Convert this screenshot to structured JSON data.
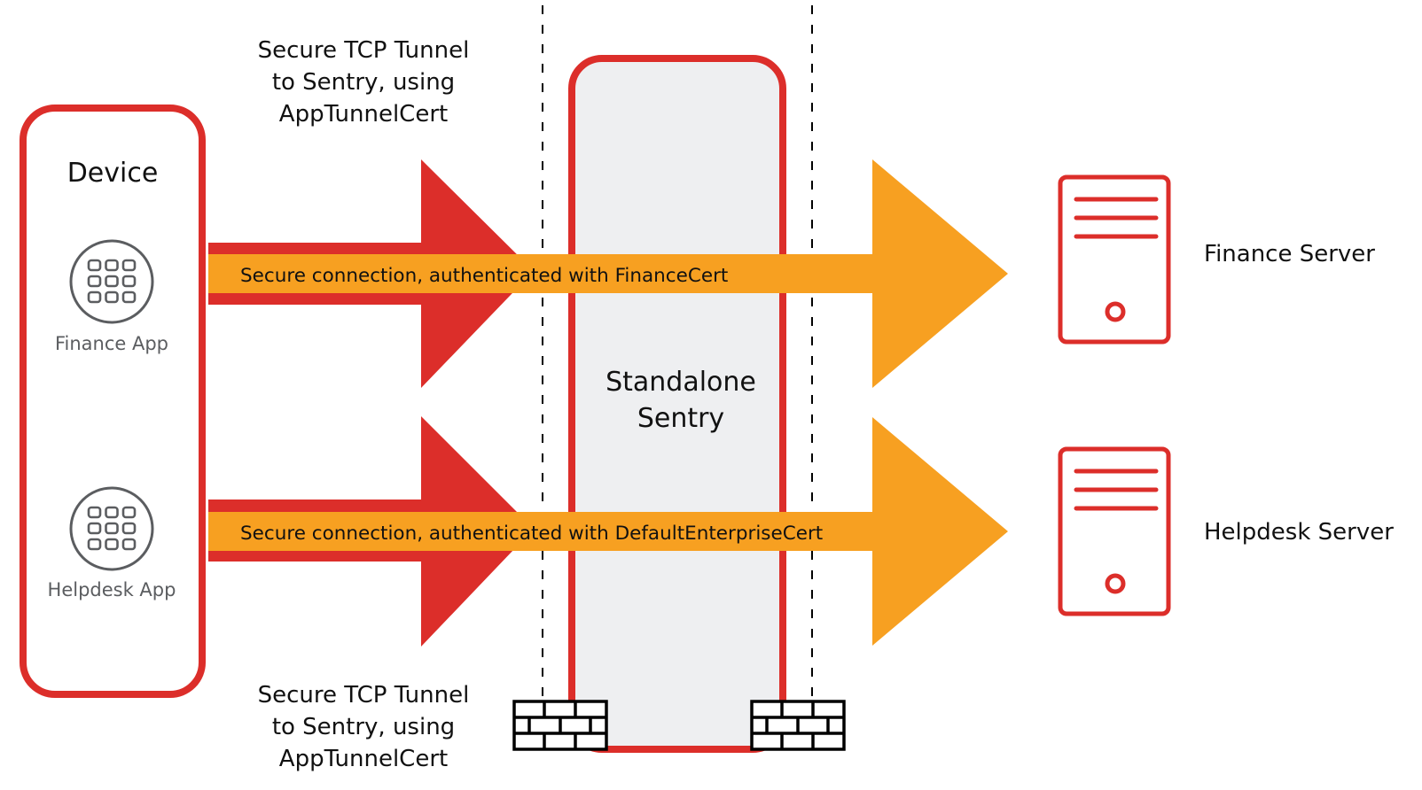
{
  "colors": {
    "red": "#dc2e2a",
    "orange": "#f7a021",
    "sentry_fill": "#eeeff1",
    "app_gray": "#5b5d60",
    "text": "#111111"
  },
  "device": {
    "title": "Device",
    "apps": [
      {
        "label": "Finance App",
        "icon": "app-grid-icon"
      },
      {
        "label": "Helpdesk App",
        "icon": "app-grid-icon"
      }
    ]
  },
  "tunnel_labels": {
    "top": [
      "Secure TCP Tunnel",
      "to Sentry, using",
      "AppTunnelCert"
    ],
    "bottom": [
      "Secure TCP Tunnel",
      "to Sentry, using",
      "AppTunnelCert"
    ]
  },
  "connections": [
    {
      "label": "Secure connection, authenticated with FinanceCert"
    },
    {
      "label": "Secure connection, authenticated with DefaultEnterpriseCert"
    }
  ],
  "sentry": {
    "lines": [
      "Standalone",
      "Sentry"
    ],
    "firewalls": [
      "firewall-icon",
      "firewall-icon"
    ]
  },
  "servers": [
    {
      "label": "Finance Server",
      "icon": "server-icon"
    },
    {
      "label": "Helpdesk Server",
      "icon": "server-icon"
    }
  ]
}
